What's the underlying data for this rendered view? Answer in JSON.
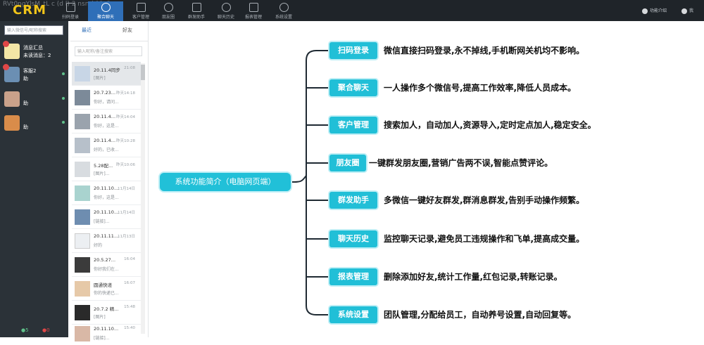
{
  "app": {
    "logo": "CRM",
    "watermark": "RVt0ngYlsM_tL c (d l) 2 nsnrl 12s2"
  },
  "topnav": {
    "items": [
      {
        "label": "扫码登录",
        "icon": "qrcode-icon"
      },
      {
        "label": "聚合聊天",
        "icon": "chat-icon",
        "active": true
      },
      {
        "label": "客户管理",
        "icon": "customer-icon"
      },
      {
        "label": "朋友圈",
        "icon": "moments-icon"
      },
      {
        "label": "群发助手",
        "icon": "broadcast-icon"
      },
      {
        "label": "聊天历史",
        "icon": "history-icon"
      },
      {
        "label": "报表管理",
        "icon": "report-icon"
      },
      {
        "label": "系统设置",
        "icon": "settings-icon"
      }
    ],
    "right_func": "功能介绍",
    "right_user": "我"
  },
  "left": {
    "search_placeholder": "输入微信号/昵称搜索",
    "accounts": [
      {
        "name": "消息汇总",
        "sub": "未读消息：2",
        "badge": true
      },
      {
        "name": "客服2",
        "sub": "",
        "badge": true
      },
      {
        "name": "",
        "sub": "",
        "badge": false
      },
      {
        "name": "",
        "sub": "",
        "badge": false
      }
    ],
    "online_count": "5",
    "offline_count": "0"
  },
  "middle": {
    "tab_recent": "最近",
    "tab_friends": "好友",
    "search_placeholder": "输入昵称/备注搜索",
    "chats": [
      {
        "title": "20.11.4同步",
        "time": "21:08",
        "snippet": "[图片]"
      },
      {
        "title": "20.7.23...",
        "time": "昨天14:18",
        "snippet": "你好，请问..."
      },
      {
        "title": "20.11.4...",
        "time": "昨天14:04",
        "snippet": "你好，这是..."
      },
      {
        "title": "20.11.4...",
        "time": "昨天10:28",
        "snippet": "好的，已收..."
      },
      {
        "title": "5.28配...",
        "time": "昨天10:06",
        "snippet": "[图片]..."
      },
      {
        "title": "20.11.10...",
        "time": "11月14日",
        "snippet": "你好，这是..."
      },
      {
        "title": "20.11.10...",
        "time": "11月14日",
        "snippet": "[链接]..."
      },
      {
        "title": "20.11.11...",
        "time": "11月13日",
        "snippet": "好的"
      },
      {
        "title": "20.5.27...",
        "time": "16:04",
        "snippet": "你好我们在..."
      },
      {
        "title": "圆通快递",
        "time": "16:07",
        "snippet": "你的快递已..."
      },
      {
        "title": "20.7.2 精...",
        "time": "15:48",
        "snippet": "[图片]"
      },
      {
        "title": "20.11.10...",
        "time": "15:40",
        "snippet": "[链接]..."
      }
    ]
  },
  "mindmap": {
    "root": "系统功能简介（电脑网页端）",
    "branches": [
      {
        "label": "扫码登录",
        "desc": "微信直接扫码登录,永不掉线,手机断网关机均不影响。"
      },
      {
        "label": "聚合聊天",
        "desc": "一人操作多个微信号,提高工作效率,降低人员成本。"
      },
      {
        "label": "客户管理",
        "desc": "搜索加人，自动加人,资源导入,定时定点加人,稳定安全。"
      },
      {
        "label": "朋友圈",
        "desc": "一键群发朋友圈,营销广告两不误,智能点赞评论。"
      },
      {
        "label": "群发助手",
        "desc": "多微信一键好友群发,群消息群发,告别手动操作频繁。"
      },
      {
        "label": "聊天历史",
        "desc": "监控聊天记录,避免员工违规操作和飞单,提高成交量。"
      },
      {
        "label": "报表管理",
        "desc": "删除添加好友,统计工作量,红包记录,转账记录。"
      },
      {
        "label": "系统设置",
        "desc": "团队管理,分配给员工，自动养号设置,自动回复等。"
      }
    ]
  },
  "colors": {
    "accent": "#21c0d8",
    "topbar": "#1f2429",
    "sidebar": "#2b3238",
    "active_nav": "#2f6fb8"
  }
}
